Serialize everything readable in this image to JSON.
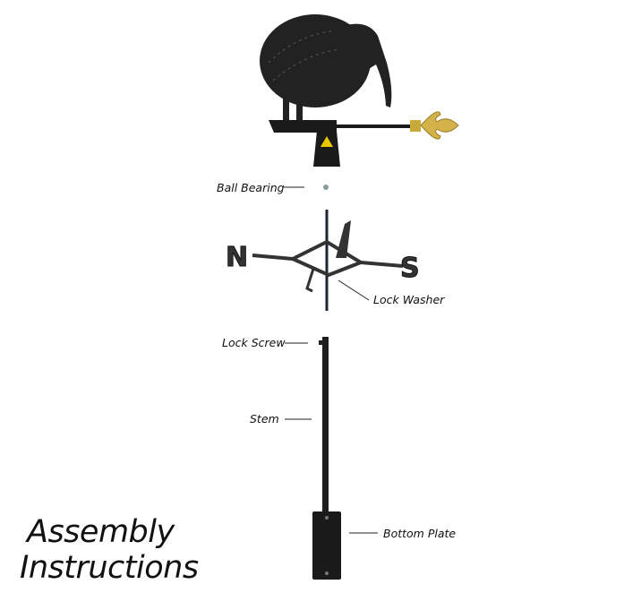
{
  "title": {
    "line1": "Assembly",
    "line2": "Instructions"
  },
  "labels": {
    "ball_bearing": "Ball Bearing",
    "lock_washer": "Lock Washer",
    "lock_screw": "Lock Screw",
    "stem": "Stem",
    "bottom_plate": "Bottom Plate"
  },
  "directions": {
    "north": "N",
    "south": "S"
  },
  "colors": {
    "metal": "#1c1c1c",
    "gold": "#c9a93a",
    "text": "#111111"
  }
}
